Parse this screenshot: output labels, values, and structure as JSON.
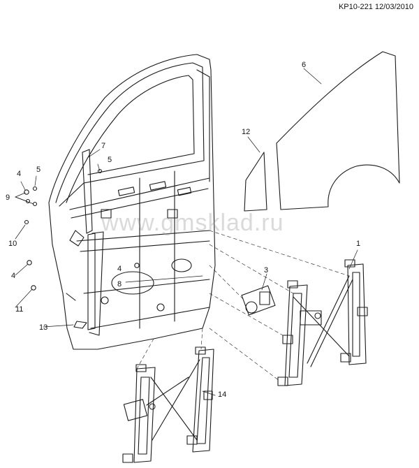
{
  "header": {
    "reference": "KP10-221 12/03/2010"
  },
  "watermark": "www.gmsklad.ru",
  "callouts": [
    {
      "id": "c1",
      "label": "1"
    },
    {
      "id": "c3",
      "label": "3"
    },
    {
      "id": "c4a",
      "label": "4"
    },
    {
      "id": "c4b",
      "label": "4"
    },
    {
      "id": "c4c",
      "label": "4"
    },
    {
      "id": "c5a",
      "label": "5"
    },
    {
      "id": "c5b",
      "label": "5"
    },
    {
      "id": "c6",
      "label": "6"
    },
    {
      "id": "c7",
      "label": "7"
    },
    {
      "id": "c8",
      "label": "8"
    },
    {
      "id": "c9",
      "label": "9"
    },
    {
      "id": "c10",
      "label": "10"
    },
    {
      "id": "c11",
      "label": "11"
    },
    {
      "id": "c12",
      "label": "12"
    },
    {
      "id": "c13",
      "label": "13"
    },
    {
      "id": "c14",
      "label": "14"
    }
  ],
  "colors": {
    "line": "#1a1a1a",
    "watermark": "#969696"
  }
}
